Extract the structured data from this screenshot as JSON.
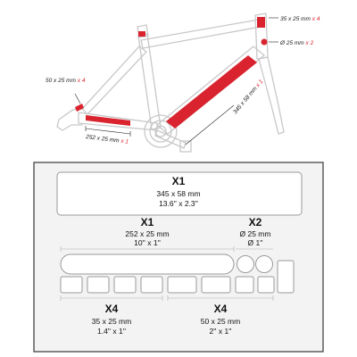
{
  "colors": {
    "accent": "#d9232e",
    "frame_outline": "#c8c8c8",
    "sheet_bg": "#f3f3f3",
    "sheet_border": "#444444",
    "piece_fill": "#ffffff",
    "piece_stroke": "#9a9a9a"
  },
  "bike_labels": {
    "head_tube": {
      "size": "35 x 25 mm",
      "qty": "x 4"
    },
    "round": {
      "size": "Ø 25 mm",
      "qty": "x 2"
    },
    "chainstay": {
      "size": "50 x 25 mm",
      "qty": "x 4"
    },
    "down_tube": {
      "size": "345 x 58 mm",
      "qty": "x 1"
    },
    "top_strip": {
      "size": "252 x 25 mm",
      "qty": "x 1"
    }
  },
  "sheet": {
    "big_piece": {
      "count": "X1",
      "line1": "345 x 58 mm",
      "line2": "13.6'' x 2.3''"
    },
    "long_strip": {
      "count": "X1",
      "line1": "252 x 25 mm",
      "line2": "10'' x 1''"
    },
    "rounds": {
      "count": "X2",
      "line1": "Ø 25 mm",
      "line2": "Ø 1''"
    },
    "small_rects": {
      "count": "X4",
      "line1": "35 x 25 mm",
      "line2": "1.4'' x 1''"
    },
    "medium_rects": {
      "count": "X4",
      "line1": "50 x 25 mm",
      "line2": "2'' x 1''"
    }
  }
}
